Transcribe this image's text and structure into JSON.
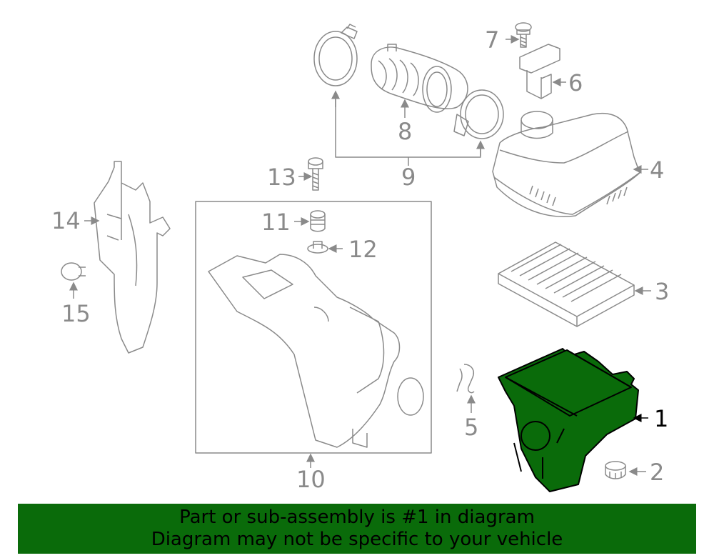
{
  "callouts": {
    "n1": "1",
    "n2": "2",
    "n3": "3",
    "n4": "4",
    "n5": "5",
    "n6": "6",
    "n7": "7",
    "n8": "8",
    "n9": "9",
    "n10": "10",
    "n11": "11",
    "n12": "12",
    "n13": "13",
    "n14": "14",
    "n15": "15"
  },
  "banner": {
    "line1": "Part or sub-assembly is #1 in diagram",
    "line2": "Diagram may not be specific to your vehicle"
  },
  "colors": {
    "line": "#8a8a8a",
    "highlight_fill": "#0a6b0a",
    "highlight_stroke": "#000000",
    "banner_bg": "#0a6b0a"
  },
  "icons": [
    "clamp-icon",
    "intake-hose-icon",
    "screw-icon",
    "mass-airflow-sensor-icon",
    "air-cleaner-cover-icon",
    "air-filter-icon",
    "clip-icon",
    "air-cleaner-lower-case-icon",
    "grommet-icon",
    "bolt-icon",
    "resonator-duct-icon",
    "bracket-icon",
    "push-pin-icon"
  ]
}
